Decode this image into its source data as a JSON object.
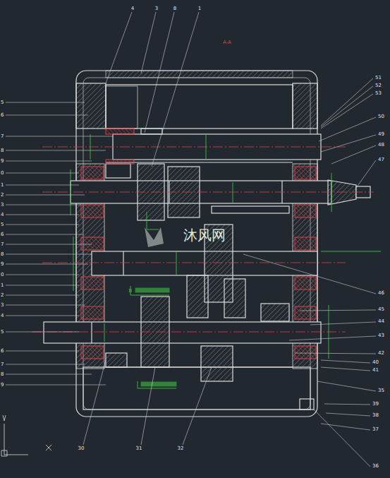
{
  "diagram": {
    "labels": [
      "A-A",
      "4",
      "3",
      "8",
      "1",
      "51",
      "52",
      "53",
      "50",
      "49",
      "48",
      "47",
      "46",
      "45",
      "44",
      "43",
      "42",
      "40",
      "41",
      "35",
      "39",
      "38",
      "37",
      "36",
      "30",
      "31",
      "32",
      "沐风网",
      "B",
      "5",
      "6",
      "7",
      "8",
      "9",
      "0",
      "1",
      "2",
      "3",
      "4",
      "5",
      "6",
      "7",
      "8",
      "9",
      "0",
      "1",
      "2",
      "3",
      "4",
      "5",
      "6",
      "7",
      "8",
      "9"
    ]
  }
}
